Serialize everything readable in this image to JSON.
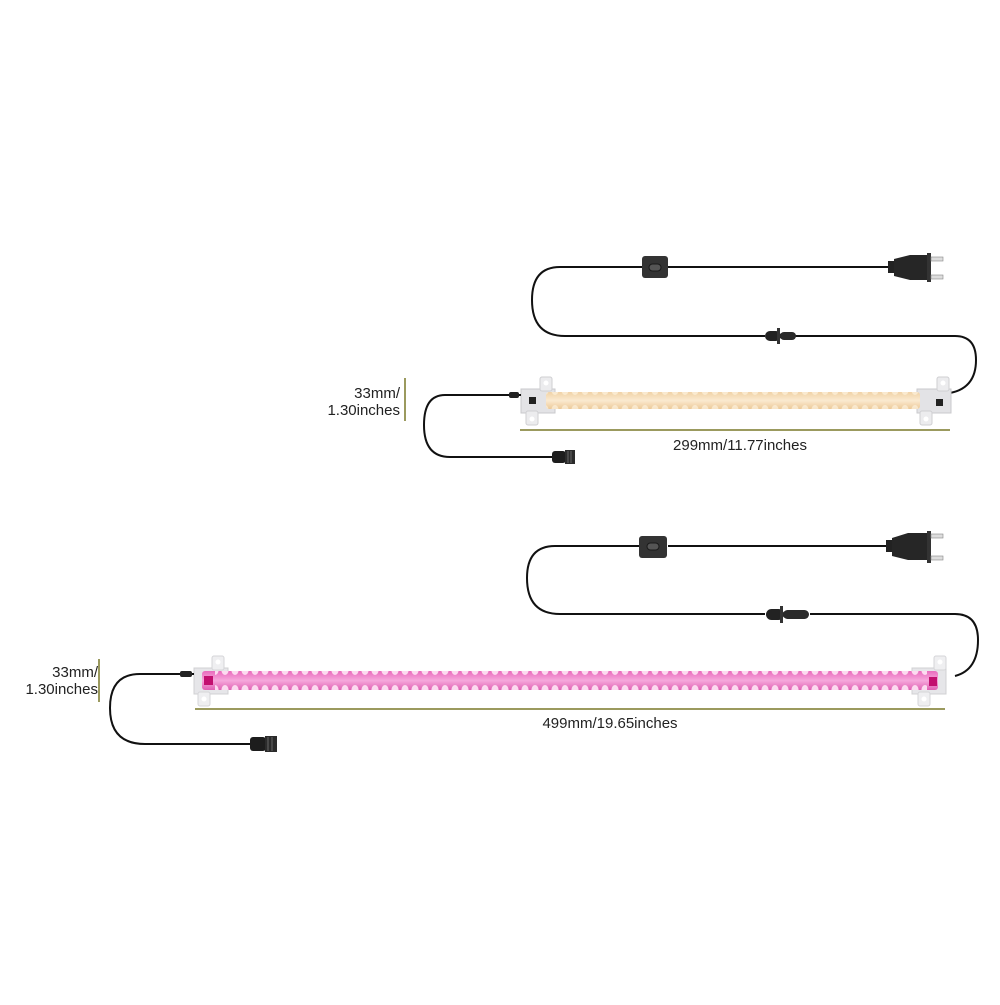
{
  "diagram": {
    "background": "#ffffff",
    "dimension_line_color": "#9b9a5e",
    "cable_color": "#111111",
    "products": [
      {
        "name": "short-light-bar",
        "light_color": "#f6dcb3",
        "length_label": "299mm/11.77inches",
        "height_label_line1": "33mm/",
        "height_label_line2": "1.30inches"
      },
      {
        "name": "long-light-bar",
        "light_color": "#f07ec8",
        "length_label": "499mm/19.65inches",
        "height_label_line1": "33mm/",
        "height_label_line2": "1.30inches"
      }
    ],
    "components": {
      "switch": "inline-rocker-switch",
      "plug": "eu-two-pin-plug",
      "joint": "inline-cable-connector",
      "end_connector": "multi-pin-connector"
    }
  }
}
